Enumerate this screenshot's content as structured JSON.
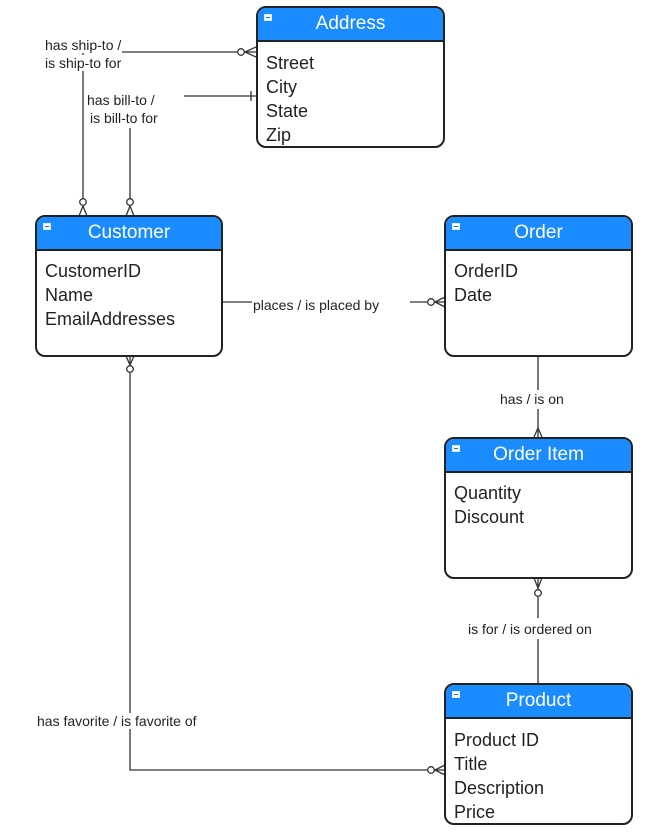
{
  "theme": {
    "header_color": "#1a8cff",
    "line_color": "#333333"
  },
  "entities": {
    "address": {
      "title": "Address",
      "attributes": [
        "Street",
        "City",
        "State",
        "Zip"
      ]
    },
    "customer": {
      "title": "Customer",
      "attributes": [
        "CustomerID",
        "Name",
        "EmailAddresses"
      ]
    },
    "order": {
      "title": "Order",
      "attributes": [
        "OrderID",
        "Date"
      ]
    },
    "order_item": {
      "title": "Order Item",
      "attributes": [
        "Quantity",
        "Discount"
      ]
    },
    "product": {
      "title": "Product",
      "attributes": [
        "Product ID",
        "Title",
        "Description",
        "Price"
      ]
    }
  },
  "relationships": {
    "ship_to": {
      "line1": "has ship-to /",
      "line2": "is ship-to for"
    },
    "bill_to": {
      "line1": "has bill-to /",
      "line2": "is bill-to for"
    },
    "places": {
      "label": "places / is placed by"
    },
    "has_on": {
      "label": "has / is on"
    },
    "is_for": {
      "label": "is for / is ordered on"
    },
    "favorite": {
      "label": "has favorite / is favorite of"
    }
  }
}
